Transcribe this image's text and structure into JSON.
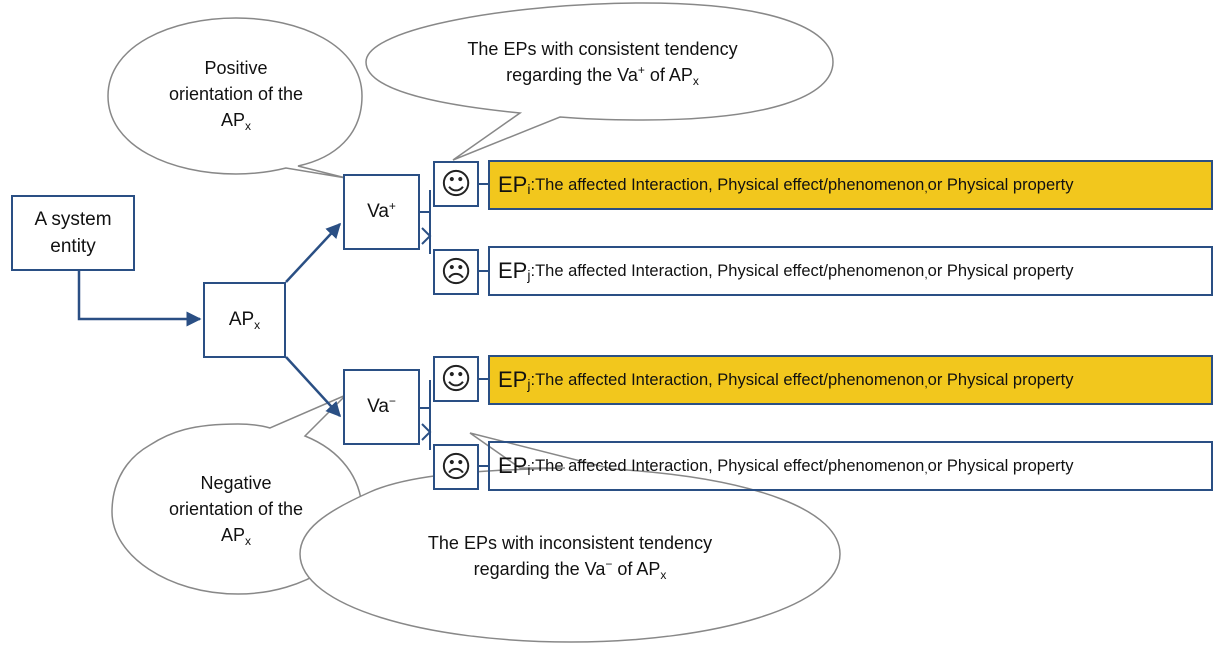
{
  "nodes": {
    "entity": {
      "label_line1": "A system",
      "label_line2": "entity"
    },
    "ap": {
      "label": "AP",
      "sub": "x"
    },
    "va_pos": {
      "label": "Va",
      "sup": "+"
    },
    "va_neg": {
      "label": "Va",
      "sup": "−"
    }
  },
  "faces": {
    "happy": "☺",
    "sad": "☹"
  },
  "ep_rows": [
    {
      "label": "EP",
      "sub": "i",
      "sep": ":",
      "desc_a": " The affected Interaction, Physical effect/phenomenon",
      "desc_sep": ",",
      "desc_b": " or Physical property",
      "highlight": true
    },
    {
      "label": "EP",
      "sub": "j",
      "sep": ":",
      "desc_a": " The affected Interaction, Physical effect/phenomenon",
      "desc_sep": ",",
      "desc_b": " or Physical property",
      "highlight": false
    },
    {
      "label": "EP",
      "sub": "j",
      "sep": ":",
      "desc_a": " The affected Interaction, Physical effect/phenomenon",
      "desc_sep": ",",
      "desc_b": " or Physical property",
      "highlight": true
    },
    {
      "label": "EP",
      "sub": "i",
      "sep": ":",
      "desc_a": " The affected Interaction, Physical effect/phenomenon",
      "desc_sep": ",",
      "desc_b": " or Physical property",
      "highlight": false
    }
  ],
  "bubbles": {
    "positive": {
      "line1": "Positive",
      "line2": "orientation of the",
      "line3": "AP",
      "sub": "x"
    },
    "negative": {
      "line1": "Negative",
      "line2": "orientation of the",
      "line3": "AP",
      "sub": "x"
    },
    "consistent": {
      "line1": "The EPs with consistent tendency",
      "line2a": "regarding the Va",
      "sup": "+",
      "line2b": " of AP",
      "sub": "x"
    },
    "inconsistent": {
      "line1": "The EPs with inconsistent tendency",
      "line2a": "regarding the Va",
      "sup": "−",
      "line2b": " of AP",
      "sub": "x"
    }
  },
  "colors": {
    "stroke": "#2a4f84",
    "highlight": "#f2c71d",
    "bubble_stroke": "#888888"
  }
}
